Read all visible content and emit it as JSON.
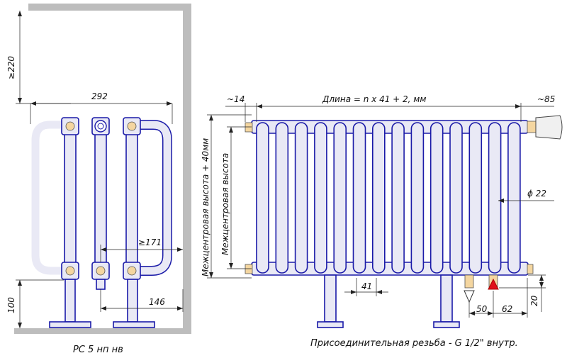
{
  "left_view": {
    "dim_wall_gap": "≥220",
    "dim_width": "292",
    "dim_depth": "≥171",
    "dim_leg_spacing": "146",
    "dim_floor_height": "100",
    "caption": "PC 5 нп нв"
  },
  "right_view": {
    "dim_left_offset": "~14",
    "dim_length": "Длина = n x 41 + 2, мм",
    "dim_right_offset": "~85",
    "dim_diameter": "ϕ 22",
    "dim_height_label_1": "Межцентровая высота + 40мм",
    "dim_height_label_2": "Межцентровая высота",
    "dim_section_pitch": "41",
    "dim_inlet_1": "50",
    "dim_inlet_2": "62",
    "dim_bottom": "20",
    "caption": "Присоединительная резьба - G 1/2\" внутр."
  },
  "colors": {
    "outline": "#1a1aa8",
    "wall": "#bdbdbd",
    "marker": "#e0101a"
  }
}
